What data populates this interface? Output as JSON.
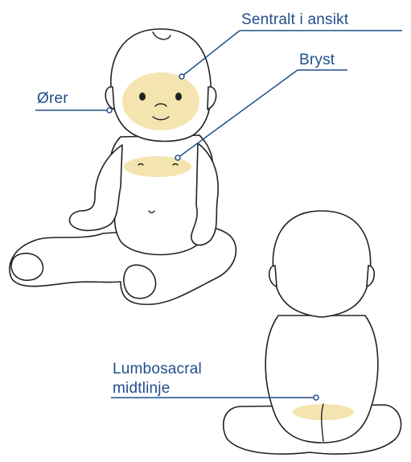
{
  "labels": {
    "face": "Sentralt i ansikt",
    "chest": "Bryst",
    "ears": "Ører",
    "lumbosacral_line1": "Lumbosacral",
    "lumbosacral_line2": "midtlinje"
  },
  "colors": {
    "label_text": "#1f4e8c",
    "highlight_zone": "#f3e1a6",
    "outline": "#222222"
  }
}
